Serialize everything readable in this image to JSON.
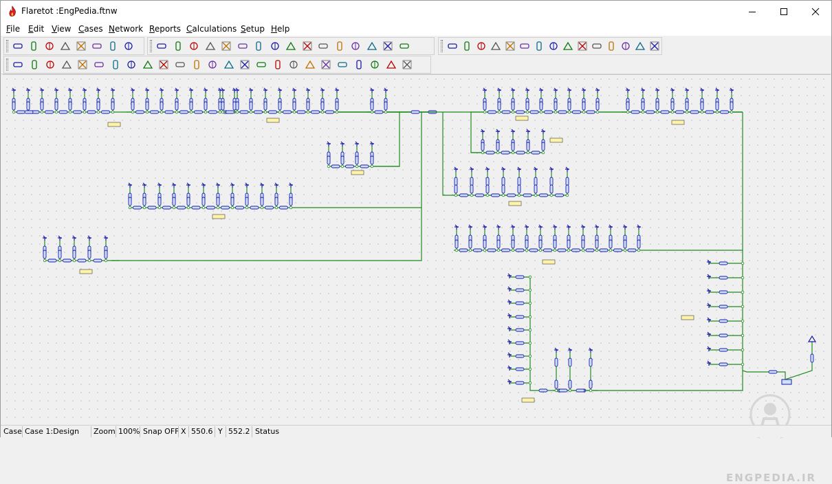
{
  "window": {
    "title": "Flaretot :EngPedia.ftnw"
  },
  "menu": [
    {
      "label": "File",
      "ul": "F",
      "rest": "ile"
    },
    {
      "label": "Edit",
      "ul": "E",
      "rest": "dit"
    },
    {
      "label": "View",
      "ul": "V",
      "rest": "iew"
    },
    {
      "label": "Cases",
      "ul": "C",
      "rest": "ases"
    },
    {
      "label": "Network",
      "ul": "N",
      "rest": "etwork"
    },
    {
      "label": "Reports",
      "ul": "R",
      "rest": "eports"
    },
    {
      "label": "Calculations",
      "ul": "C",
      "rest": "alculations"
    },
    {
      "label": "Setup",
      "ul": "S",
      "rest": "etup"
    },
    {
      "label": "Help",
      "ul": "H",
      "rest": "elp"
    }
  ],
  "toolbars": {
    "file_tools": [
      "new-file-icon",
      "open-folder-icon",
      "print-preview-icon",
      "eraser-icon",
      "tag-icon",
      "calculator-icon",
      "network-icon",
      "run-icon"
    ],
    "element_tools": [
      "pipe-horizontal-icon",
      "pipe-vertical-icon",
      "connector-icon",
      "vessel-icon",
      "node-icon",
      "tee-icon",
      "valve-icon",
      "orifice-icon",
      "column-icon",
      "source-icon",
      "relief-valve-icon",
      "control-valve-icon",
      "bend-icon",
      "datasheet-icon",
      "delete-element-icon",
      "flare-tip-icon"
    ],
    "align_tools": [
      "align-left-icon",
      "align-center-icon",
      "align-right-icon",
      "align-top-icon",
      "align-middle-icon",
      "align-bottom-icon",
      "distribute-h-icon",
      "distribute-v-icon",
      "flip-h-icon",
      "flip-v-icon",
      "rotate-icon",
      "group-icon",
      "ungroup-icon",
      "snap-icon",
      "grid-icon"
    ],
    "view_tools": [
      "flare-icon",
      "scale-icon",
      "envelope-icon",
      "arc-icon",
      "antenna-icon",
      "heatmap-icon",
      "sound-icon",
      "dropdown-icon",
      "compressor-icon",
      "pressure-icon",
      "temperature-icon",
      "flask-icon",
      "numbering-icon",
      "palette-icon",
      "zoom-fit-icon",
      "zoom-in-icon",
      "zoom-out-icon",
      "zoom-clear-icon",
      "find-icon",
      "snapshot-icon",
      "pan-icon",
      "resize-icon",
      "pointer-icon",
      "sort-icon",
      "properties-icon"
    ]
  },
  "status": {
    "case_label": "Case",
    "case_value": "Case 1:Design",
    "zoom_label": "Zoom",
    "zoom_value": "100%",
    "snap": "Snap OFF",
    "x_label": "X",
    "x_value": "550.6",
    "y_label": "Y",
    "y_value": "552.2",
    "status_label": "Status"
  },
  "watermark": "ENGPEDIA.IR",
  "colors": {
    "pipe": "#1f8a1f",
    "element": "#1a1aa6",
    "label_box": "#fff3a8"
  }
}
